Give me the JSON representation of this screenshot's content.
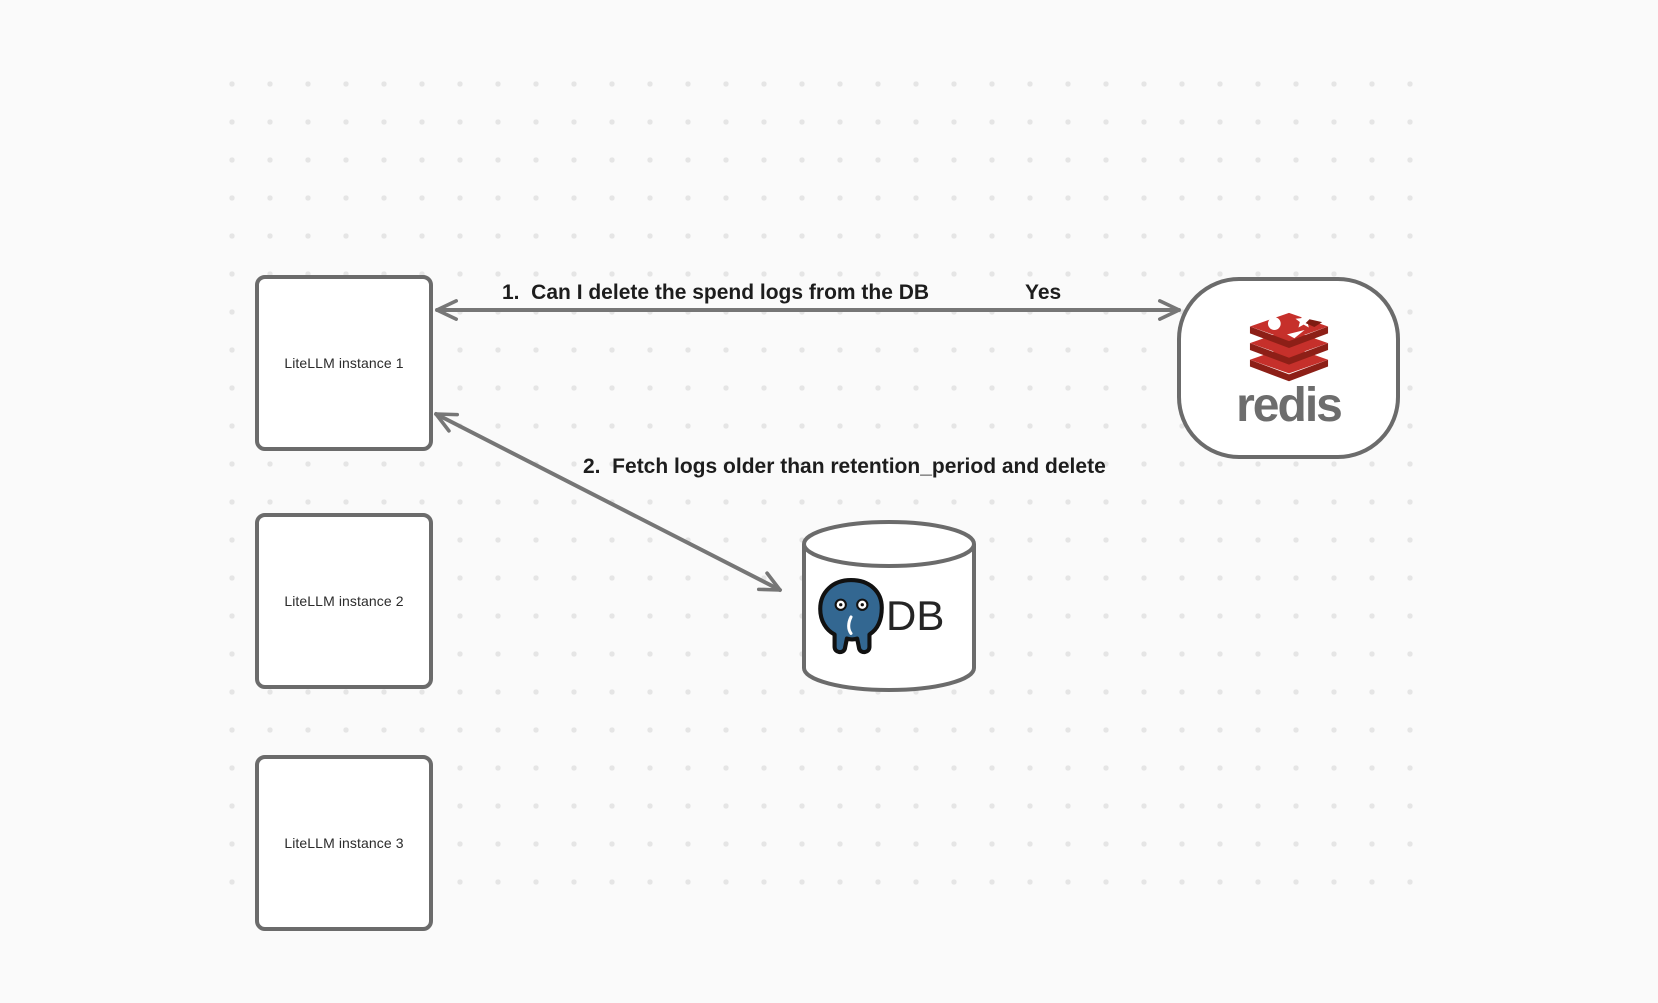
{
  "instances": [
    {
      "label": "LiteLLM instance 1"
    },
    {
      "label": "LiteLLM instance 2"
    },
    {
      "label": "LiteLLM instance 3"
    }
  ],
  "redis": {
    "wordmark": "redis"
  },
  "db": {
    "label": "DB"
  },
  "arrow1": {
    "label": "1.  Can I delete the spend logs from the DB",
    "response": "Yes"
  },
  "arrow2": {
    "label": "2.  Fetch logs older than retention_period and delete"
  },
  "colors": {
    "background": "#fafafa",
    "dot_grid": "#e5e5e5",
    "node_border": "#6b6b6b",
    "arrow": "#767676",
    "label_text": "#1d1d1d",
    "redis_red": "#c6302b",
    "redis_red_dark": "#8d1f17",
    "redis_wordmark_gray": "#6d6d6d",
    "postgres_blue": "#336791"
  }
}
